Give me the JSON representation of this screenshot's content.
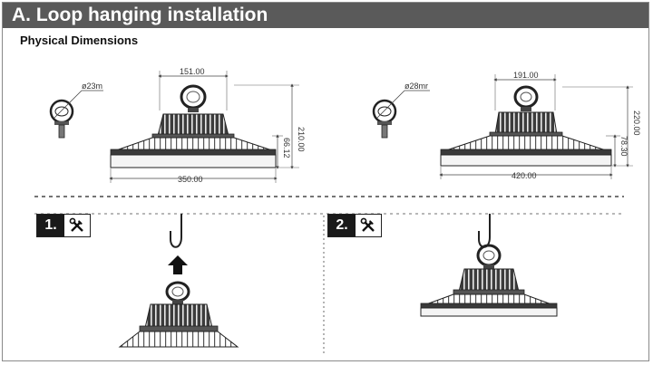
{
  "header": {
    "title": "A. Loop hanging installation"
  },
  "section": {
    "subtitle": "Physical Dimensions"
  },
  "lamp_small": {
    "ring_diameter": "ø23m",
    "top_width": "151.00",
    "total_height": "210.00",
    "body_height": "66.12",
    "base_width": "350.00"
  },
  "lamp_large": {
    "ring_diameter": "ø28mr",
    "top_width": "191.00",
    "total_height": "220.00",
    "body_height": "78.30",
    "base_width": "420.00"
  },
  "steps": [
    {
      "number": "1.",
      "icon": "tools-icon"
    },
    {
      "number": "2.",
      "icon": "tools-icon"
    }
  ],
  "colors": {
    "header_bg": "#5a5a5a",
    "step_badge": "#1a1a1a",
    "line": "#333333"
  }
}
